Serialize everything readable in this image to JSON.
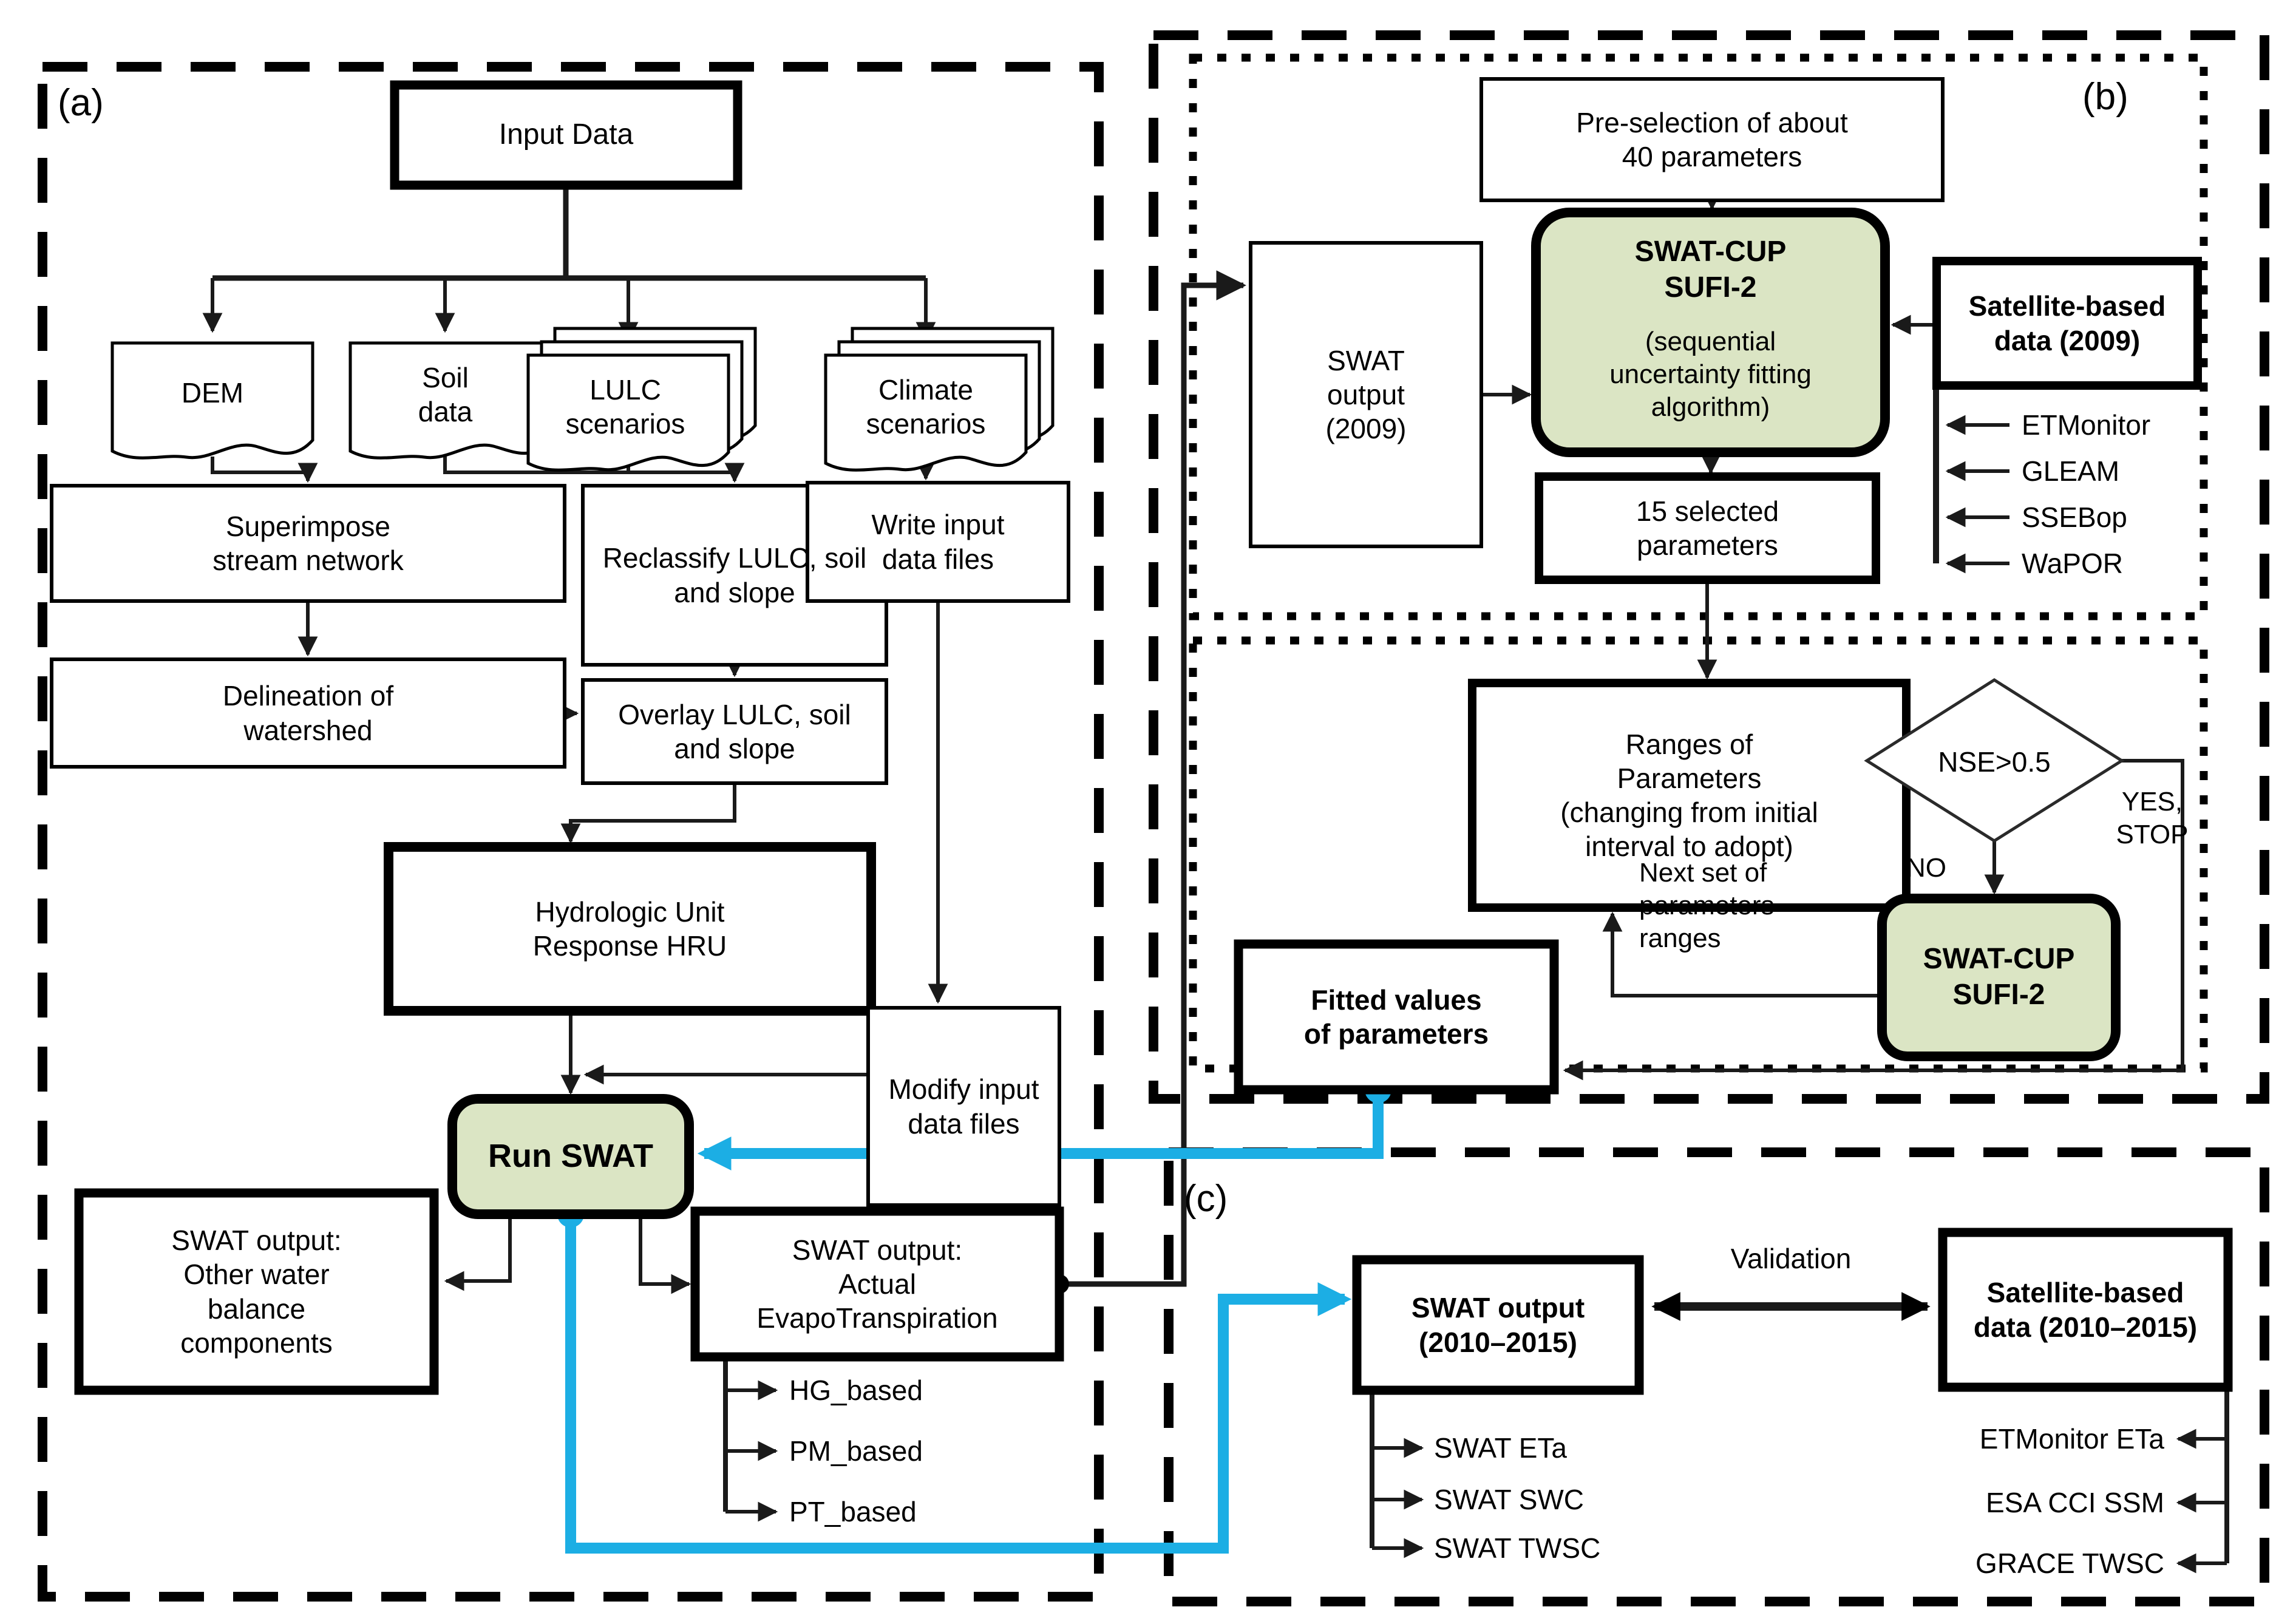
{
  "colors": {
    "green_fill": "#dbe5c4",
    "cyan": "#1caee4",
    "line": "#1a1a1a"
  },
  "panel_a": {
    "tag": "(a)",
    "input_data": "Input Data",
    "dem": "DEM",
    "soil": "Soil\ndata",
    "lulc": "LULC\nscenarios",
    "climate": "Climate\nscenarios",
    "superimpose": "Superimpose\nstream network",
    "reclassify": "Reclassify LULC, soil\nand slope",
    "write_input": "Write input\ndata files",
    "delineation": "Delineation of\nwatershed",
    "overlay": "Overlay LULC, soil\nand slope",
    "hru": "Hydrologic Unit\nResponse HRU",
    "modify_input": "Modify input\ndata files",
    "run_swat": "Run SWAT",
    "swat_output_other": "SWAT output:\nOther water\nbalance\ncomponents",
    "swat_output_et": "SWAT output:\nActual\nEvapoTranspiration",
    "et_items": [
      "HG_based",
      "PM_based",
      "PT_based"
    ]
  },
  "panel_b": {
    "tag": "(b)",
    "preselection": "Pre-selection of about\n40 parameters",
    "swat_output_2009": "SWAT\noutput\n(2009)",
    "swat_cup_title": "SWAT-CUP\nSUFI-2",
    "swat_cup_sub": "(sequential\nuncertainty fitting\nalgorithm)",
    "satellite_2009": "Satellite-based\ndata (2009)",
    "satellite_items": [
      "ETMonitor",
      "GLEAM",
      "SSEBop",
      "WaPOR"
    ],
    "selected_params": "15 selected\nparameters",
    "ranges": "Ranges of\nParameters\n(changing from initial\ninterval to adopt)",
    "nse": "NSE>0.5",
    "yes_stop": "YES,\nSTOP",
    "no": "NO",
    "swat_cup2": "SWAT-CUP\nSUFI-2",
    "next_set": "Next set of\nparameters\nranges",
    "fitted": "Fitted values\nof parameters"
  },
  "panel_c": {
    "tag": "(c)",
    "swat_output_2010": "SWAT output\n(2010–2015)",
    "validation": "Validation",
    "satellite_2010": "Satellite-based\ndata (2010–2015)",
    "swat_items": [
      "SWAT ETa",
      "SWAT SWC",
      "SWAT TWSC"
    ],
    "satellite_items": [
      "ETMonitor ETa",
      "ESA CCI SSM",
      "GRACE TWSC"
    ]
  }
}
